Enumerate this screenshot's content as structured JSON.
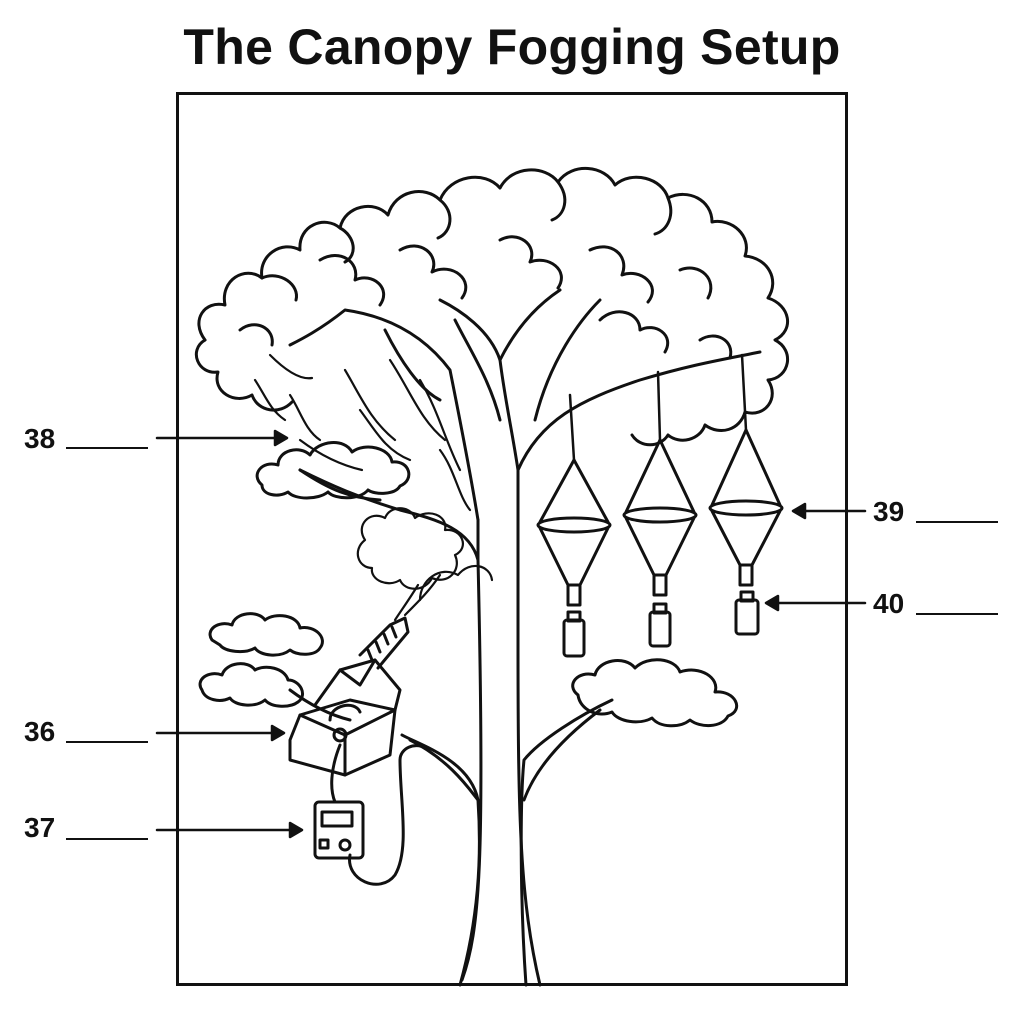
{
  "title": "The Canopy Fogging Setup",
  "labels": [
    {
      "id": "36",
      "text": "36"
    },
    {
      "id": "37",
      "text": "37"
    },
    {
      "id": "38",
      "text": "38"
    },
    {
      "id": "39",
      "text": "39"
    },
    {
      "id": "40",
      "text": "40"
    }
  ],
  "colors": {
    "ink": "#111111",
    "background": "#ffffff"
  }
}
